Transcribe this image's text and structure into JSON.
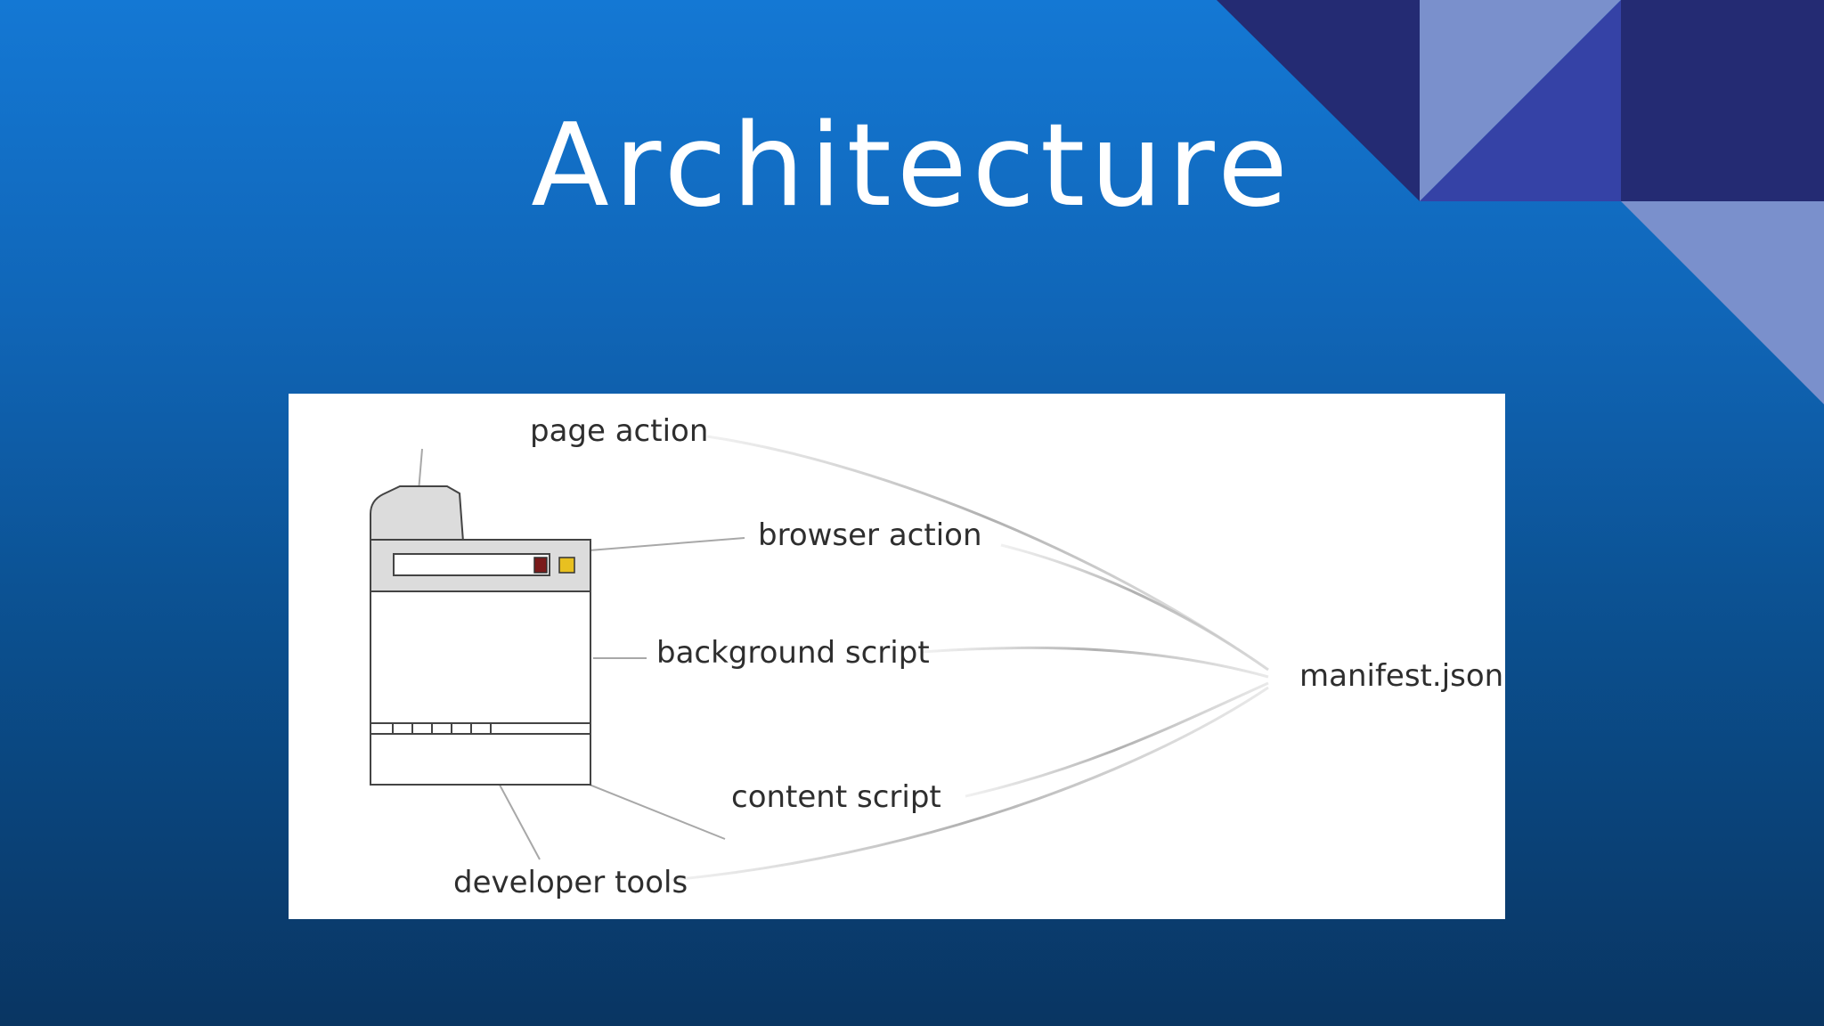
{
  "slide": {
    "title": "Architecture"
  },
  "diagram": {
    "labels": {
      "page_action": "page action",
      "browser_action": "browser action",
      "background_script": "background script",
      "content_script": "content script",
      "developer_tools": "developer tools",
      "manifest": "manifest.json"
    }
  },
  "colors": {
    "background_top": "#1478d4",
    "background_bottom": "#093562",
    "decor_dark": "#242b73",
    "decor_mid": "#3542a6",
    "decor_light": "#7a90cc",
    "page_action_red": "#7a1a1a",
    "browser_action_yellow": "#e8c020"
  }
}
